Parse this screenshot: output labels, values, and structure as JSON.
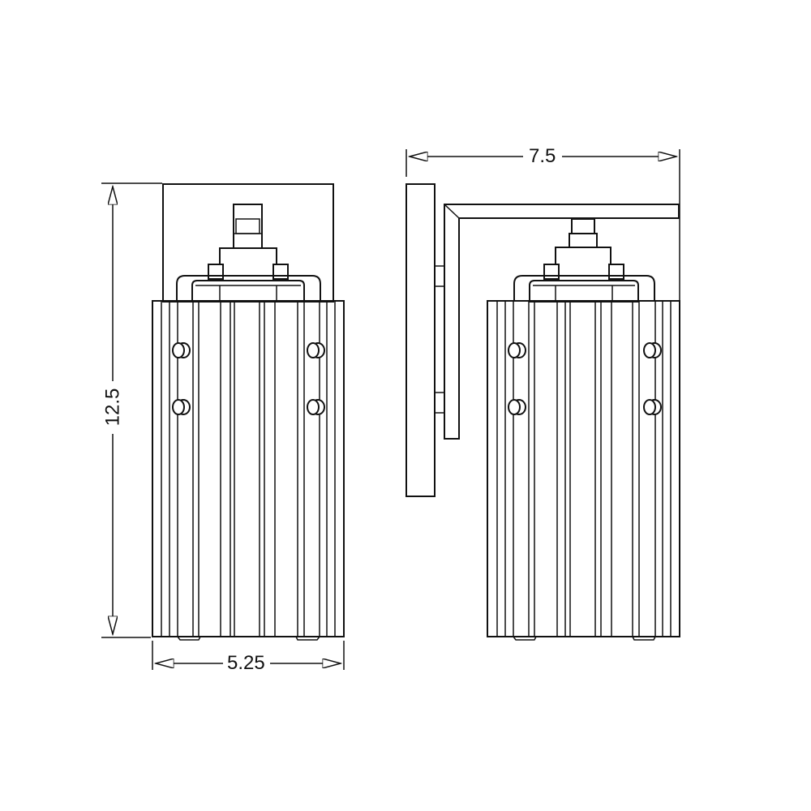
{
  "drawing": {
    "type": "wall sconce dimension drawing",
    "views": [
      {
        "name": "front-view",
        "width_dimension": "5.25",
        "height_dimension": "12.5"
      },
      {
        "name": "side-view",
        "depth_dimension": "7.5"
      }
    ],
    "units_shown": false,
    "line_color": "#111111",
    "background": "#ffffff"
  },
  "dimensions": {
    "front_width": "5.25",
    "front_height": "12.5",
    "side_extension": "7.5"
  }
}
